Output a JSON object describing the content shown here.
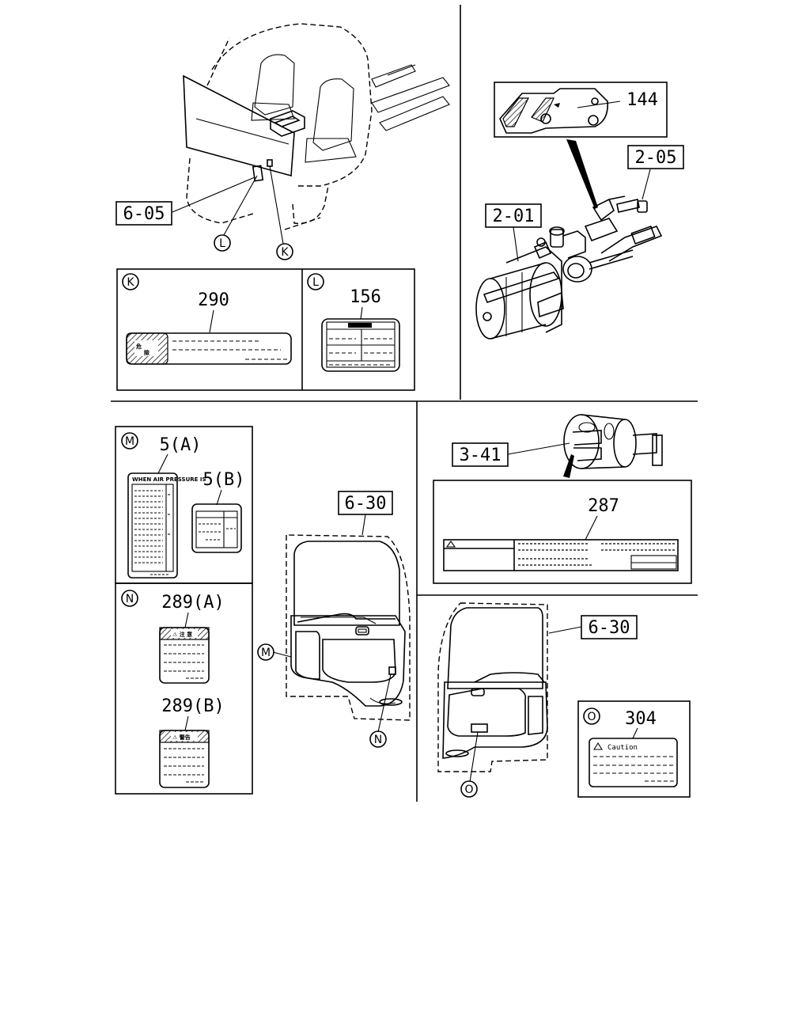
{
  "refs": {
    "r605": "6-05",
    "r201": "2-01",
    "r205": "2-05",
    "r341": "3-41",
    "r630a": "6-30",
    "r630b": "6-30"
  },
  "parts": {
    "p144": "144",
    "p290": "290",
    "p156": "156",
    "p5a": "5(A)",
    "p5b": "5(B)",
    "p287": "287",
    "p289a": "289(A)",
    "p289b": "289(B)",
    "p304": "304"
  },
  "circles": {
    "K": "K",
    "L": "L",
    "M": "M",
    "N": "N",
    "O": "O"
  },
  "label_text": {
    "caution": "Caution",
    "air_pressure": "WHEN AIR PRESSURE IS"
  }
}
